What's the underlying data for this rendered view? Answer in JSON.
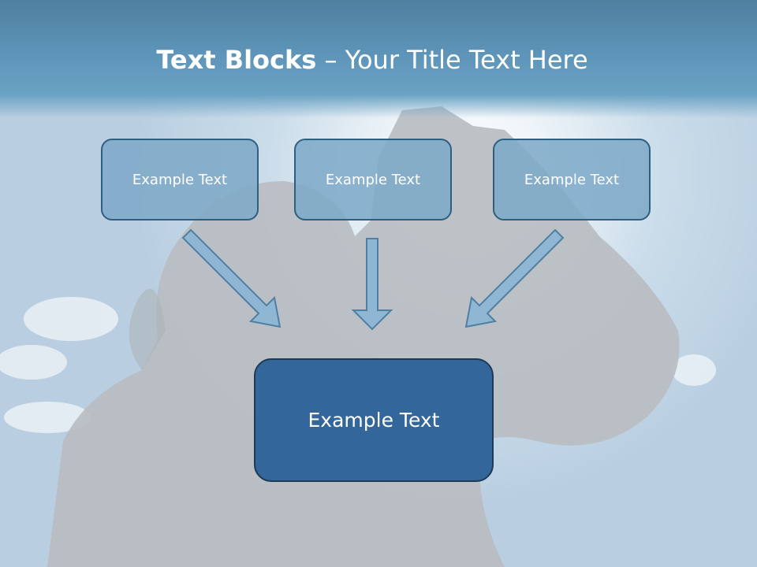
{
  "slide": {
    "title_bold": "Text Blocks",
    "title_rest": " – Your Title Text Here",
    "top_boxes": [
      {
        "label": "Example Text"
      },
      {
        "label": "Example Text"
      },
      {
        "label": "Example Text"
      }
    ],
    "main_box": {
      "label": "Example Text"
    }
  },
  "colors": {
    "title_band": "#5d94b8",
    "small_box_fill": "#7eaac8",
    "small_box_border": "#2f5f7f",
    "main_box_fill": "#33669a",
    "main_box_border": "#1e3a56",
    "arrow_fill": "#8fb6d2",
    "arrow_stroke": "#4f7fa3"
  }
}
